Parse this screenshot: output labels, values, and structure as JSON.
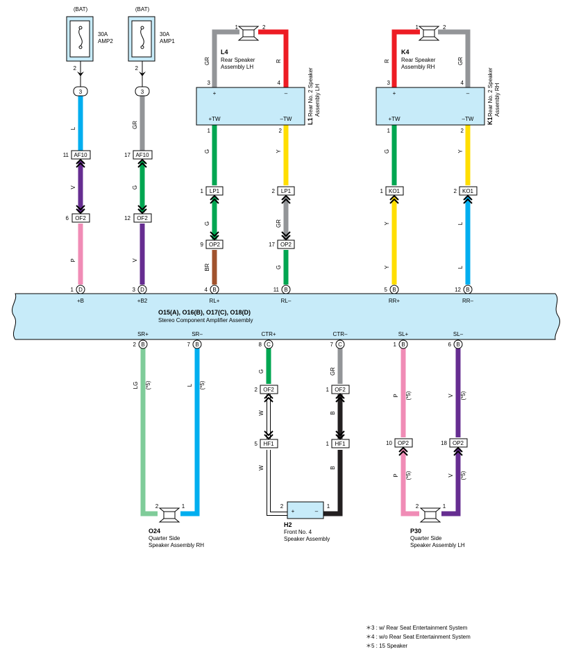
{
  "colors": {
    "L": "#00aeef",
    "GR": "#939598",
    "V": "#662d91",
    "P": "#f08cb6",
    "G": "#00a651",
    "BR": "#a0522d",
    "Y": "#ffde00",
    "R": "#ed1c24",
    "LG": "#7fcc99",
    "W": "#ffffff",
    "B": "#231f20",
    "unit_fill": "#c7ebf9"
  },
  "fuses": [
    {
      "bat": "(BAT)",
      "rating": "30A",
      "name": "AMP2",
      "pin": "2",
      "joint": "3"
    },
    {
      "bat": "(BAT)",
      "rating": "30A",
      "name": "AMP1",
      "pin": "2",
      "joint": "3"
    }
  ],
  "speakers": {
    "L4": {
      "code": "L4",
      "name1": "Rear Speaker",
      "name2": "Assembly LH",
      "pin1": "1",
      "pin2": "2"
    },
    "K4": {
      "code": "K4",
      "name1": "Rear Speaker",
      "name2": "Assembly RH",
      "pin1": "1",
      "pin2": "2"
    },
    "O24": {
      "code": "O24",
      "name1": "Quarter Side",
      "name2": "Speaker Assembly RH",
      "pin1": "2",
      "pin2": "1"
    },
    "H2": {
      "code": "H2",
      "name1": "Front No.  4",
      "name2": "Speaker Assembly",
      "pin1": "2",
      "pin2": "1"
    },
    "P30": {
      "code": "P30",
      "name1": "Quarter Side",
      "name2": "Speaker Assembly LH",
      "pin1": "2",
      "pin2": "1"
    }
  },
  "boxes": {
    "L1": {
      "code": "L1",
      "line1": "Rear No.  2 Speaker",
      "line2": "Assembly LH",
      "top_left_pin": "3",
      "top_right_pin": "4",
      "plus": "+",
      "minus": "–",
      "tw_plus": "+TW",
      "tw_minus": "–TW",
      "bot_left_pin": "1",
      "bot_right_pin": "2"
    },
    "K1": {
      "code": "K1",
      "line1": "Rear No.  2 Speaker",
      "line2": "Assembly RH",
      "top_left_pin": "3",
      "top_right_pin": "4",
      "plus": "+",
      "minus": "–",
      "tw_plus": "+TW",
      "tw_minus": "–TW",
      "bot_left_pin": "1",
      "bot_right_pin": "2"
    }
  },
  "amplifier": {
    "title": "O15(A), O16(B), O17(C), O18(D)",
    "subtitle": "Stereo Component Amplifier Assembly",
    "top_terminals": [
      {
        "pin": "1",
        "conn": "D",
        "label": "+B"
      },
      {
        "pin": "3",
        "conn": "D",
        "label": "+B2"
      },
      {
        "pin": "4",
        "conn": "B",
        "label": "RL+"
      },
      {
        "pin": "11",
        "conn": "B",
        "label": "RL–"
      },
      {
        "pin": "5",
        "conn": "B",
        "label": "RR+"
      },
      {
        "pin": "12",
        "conn": "B",
        "label": "RR–"
      }
    ],
    "bottom_terminals": [
      {
        "pin": "2",
        "conn": "B",
        "label": "SR+"
      },
      {
        "pin": "7",
        "conn": "B",
        "label": "SR–"
      },
      {
        "pin": "8",
        "conn": "C",
        "label": "CTR+"
      },
      {
        "pin": "7",
        "conn": "C",
        "label": "CTR–"
      },
      {
        "pin": "1",
        "conn": "B",
        "label": "SL+"
      },
      {
        "pin": "6",
        "conn": "B",
        "label": "SL–"
      }
    ]
  },
  "connectors": [
    {
      "pin": "11",
      "name": "AF10"
    },
    {
      "pin": "17",
      "name": "AF10"
    },
    {
      "pin": "6",
      "name": "OF2"
    },
    {
      "pin": "12",
      "name": "OF2"
    },
    {
      "pin": "1",
      "name": "LP1"
    },
    {
      "pin": "2",
      "name": "LP1"
    },
    {
      "pin": "9",
      "name": "OP2"
    },
    {
      "pin": "17",
      "name": "OP2"
    },
    {
      "pin": "1",
      "name": "KO1"
    },
    {
      "pin": "2",
      "name": "KO1"
    },
    {
      "pin": "2",
      "name": "OF2"
    },
    {
      "pin": "1",
      "name": "OF2"
    },
    {
      "pin": "5",
      "name": "HF1"
    },
    {
      "pin": "1",
      "name": "HF1"
    },
    {
      "pin": "10",
      "name": "OP2"
    },
    {
      "pin": "18",
      "name": "OP2"
    }
  ],
  "wire_labels": {
    "col1": [
      "L",
      "V",
      "P"
    ],
    "col2": [
      "GR",
      "G",
      "V"
    ],
    "col3": [
      "G",
      "G",
      "BR"
    ],
    "col4": [
      "Y",
      "GR",
      "G"
    ],
    "col5": [
      "G",
      "Y",
      "Y"
    ],
    "col6": [
      "Y",
      "L",
      "L"
    ],
    "L4_left": "GR",
    "L4_right": "R",
    "K4_left": "R",
    "K4_right": "GR",
    "sr_plus": "LG",
    "sr_minus": "L",
    "ctr_plus": [
      "G",
      "W",
      "W"
    ],
    "ctr_minus": [
      "GR",
      "B",
      "B"
    ],
    "sl_plus": [
      "P",
      "P"
    ],
    "sl_minus": [
      "V",
      "V"
    ],
    "star5": "(*5)"
  },
  "box_plus_pins": {
    "l4_3": "3",
    "l4_4": "4"
  },
  "notes": [
    "＊3 : w/ Rear Seat Entertainment System",
    "＊4 : w/o Rear Seat Entertainment System",
    "＊5 : 15 Speaker"
  ]
}
